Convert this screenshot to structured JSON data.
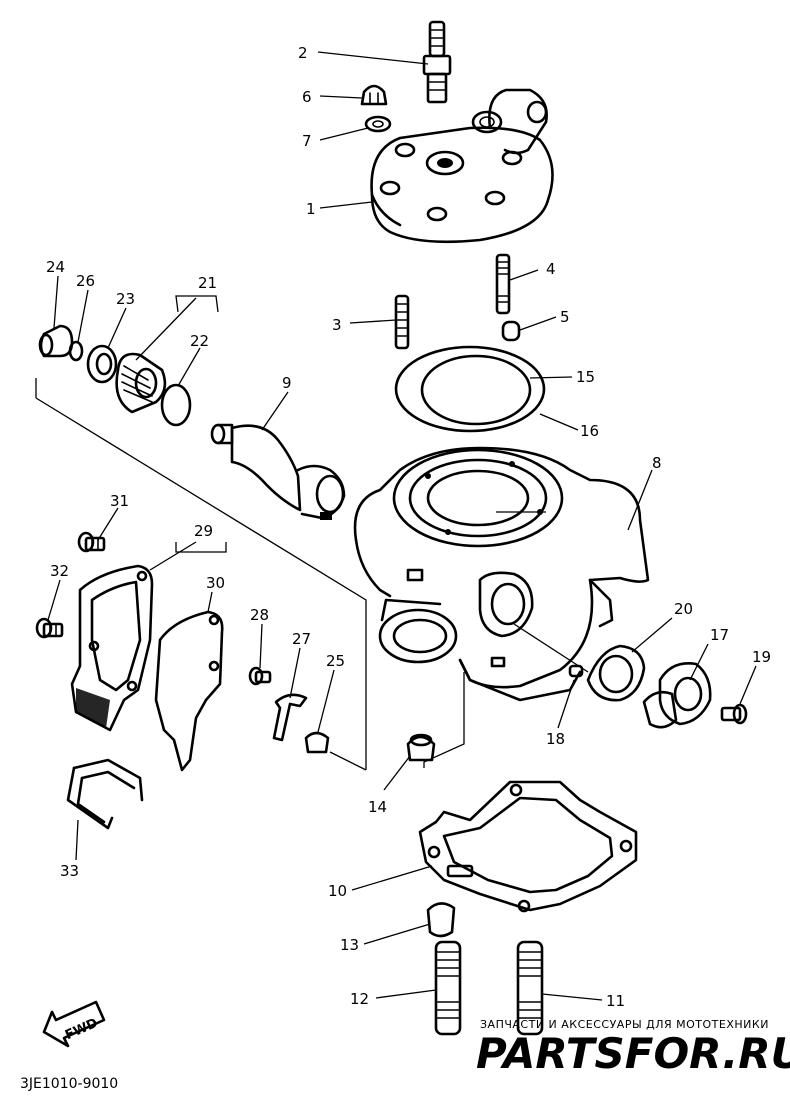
{
  "callouts": [
    {
      "id": "2",
      "label": "2"
    },
    {
      "id": "6",
      "label": "6"
    },
    {
      "id": "7",
      "label": "7"
    },
    {
      "id": "1",
      "label": "1"
    },
    {
      "id": "24",
      "label": "24"
    },
    {
      "id": "26",
      "label": "26"
    },
    {
      "id": "23",
      "label": "23"
    },
    {
      "id": "21",
      "label": "21"
    },
    {
      "id": "22",
      "label": "22"
    },
    {
      "id": "4",
      "label": "4"
    },
    {
      "id": "3",
      "label": "3"
    },
    {
      "id": "5",
      "label": "5"
    },
    {
      "id": "15",
      "label": "15"
    },
    {
      "id": "16",
      "label": "16"
    },
    {
      "id": "9",
      "label": "9"
    },
    {
      "id": "8",
      "label": "8"
    },
    {
      "id": "31",
      "label": "31"
    },
    {
      "id": "29",
      "label": "29"
    },
    {
      "id": "32",
      "label": "32"
    },
    {
      "id": "30",
      "label": "30"
    },
    {
      "id": "28",
      "label": "28"
    },
    {
      "id": "27",
      "label": "27"
    },
    {
      "id": "25",
      "label": "25"
    },
    {
      "id": "20",
      "label": "20"
    },
    {
      "id": "17",
      "label": "17"
    },
    {
      "id": "19",
      "label": "19"
    },
    {
      "id": "18",
      "label": "18"
    },
    {
      "id": "14",
      "label": "14"
    },
    {
      "id": "33",
      "label": "33"
    },
    {
      "id": "10",
      "label": "10"
    },
    {
      "id": "13",
      "label": "13"
    },
    {
      "id": "12",
      "label": "12"
    },
    {
      "id": "11",
      "label": "11"
    }
  ],
  "fwd_label": "FWD",
  "diagram_code": "3JE1010-9010",
  "watermark": {
    "caption": "ЗАПЧАСТИ И АКСЕССУАРЫ ДЛЯ МОТОТЕХНИКИ",
    "brand": "PARTSFOR.RU"
  }
}
